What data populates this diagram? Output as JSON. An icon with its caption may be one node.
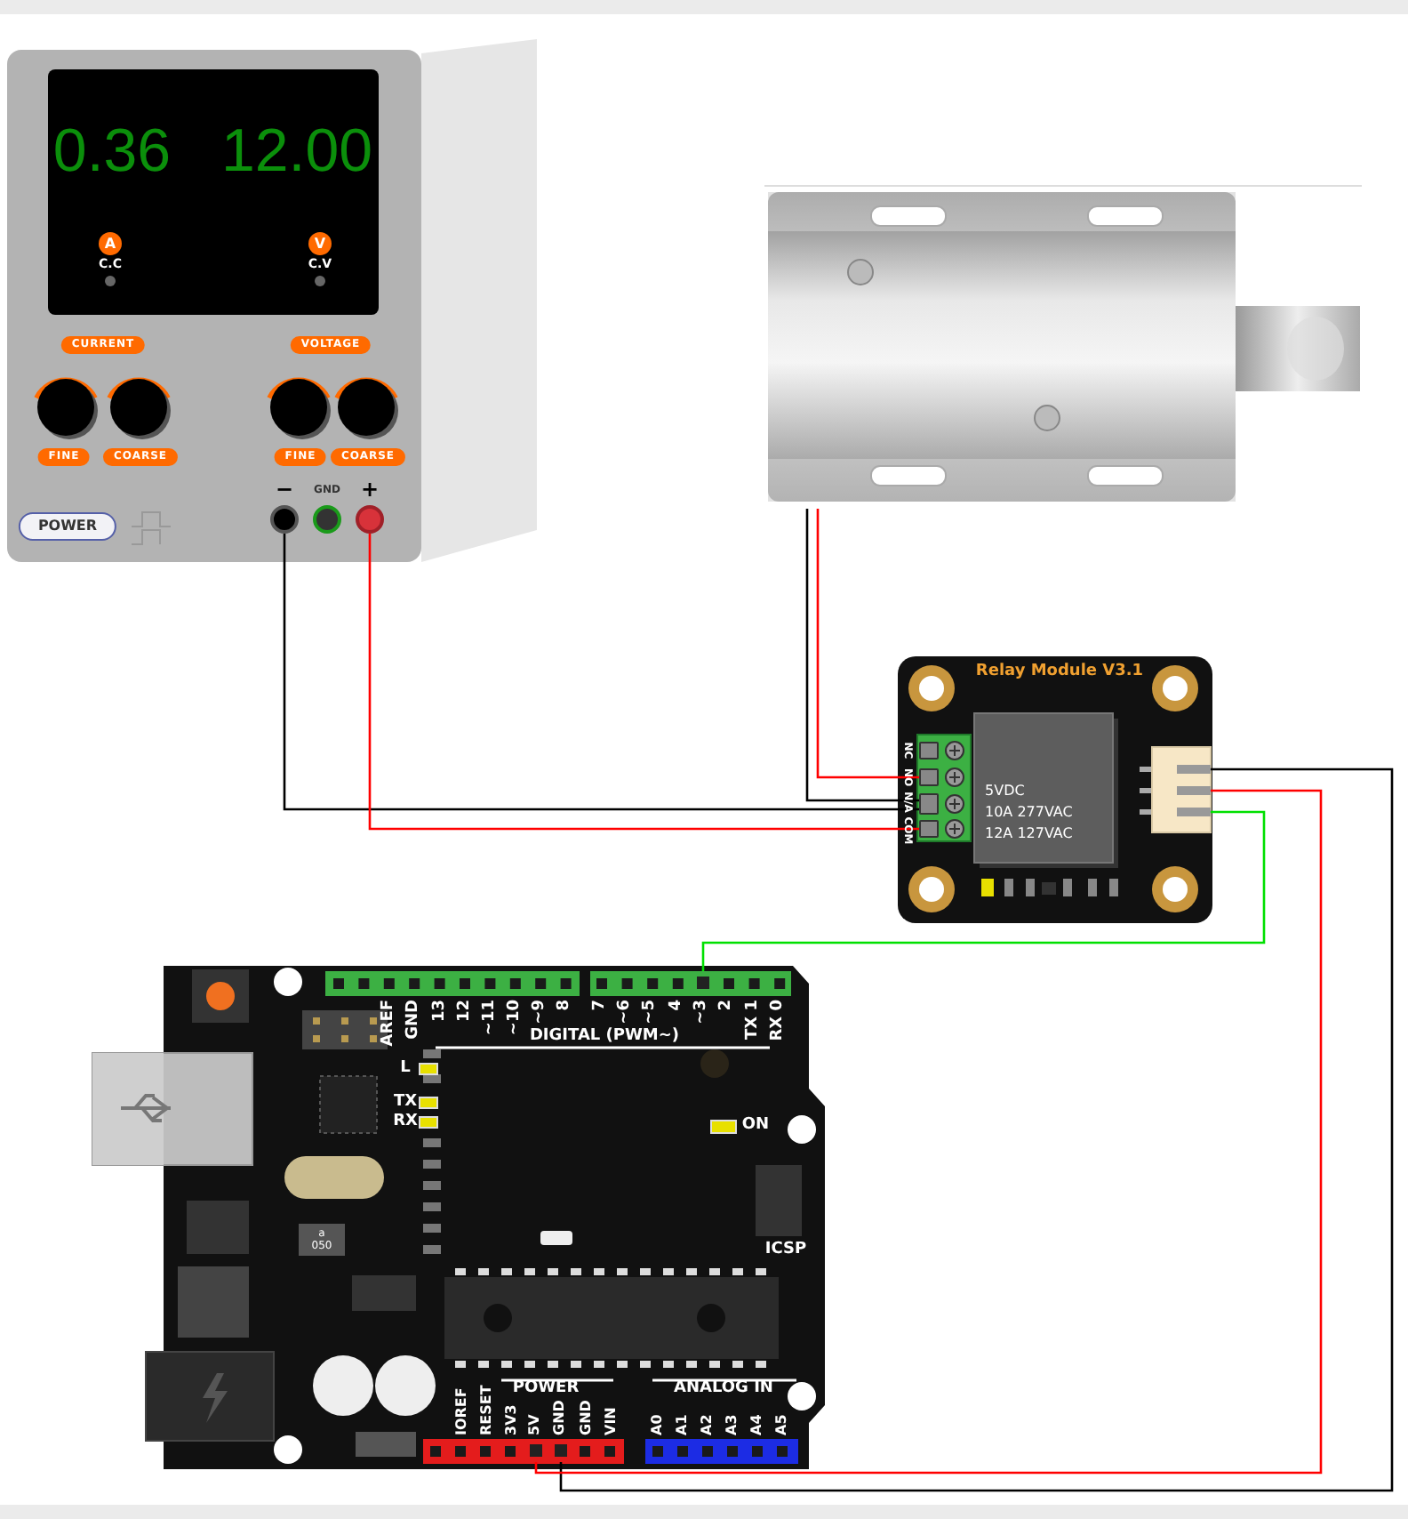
{
  "diagram": {
    "nodes": [
      {
        "text": [],
        "shape": "picture"
      },
      {
        "text": [],
        "shape": "circle",
        "in": 0
      },
      {
        "text": [],
        "shape": "circle",
        "in": 0
      },
      {
        "text": [],
        "shape": "circle",
        "in": 0
      },
      {
        "text": [],
        "shape": "picture"
      },
      {
        "text": [],
        "shape": "picture"
      },
      {
        "text": [],
        "shape": "box",
        "in": 5
      },
      {
        "text": [],
        "shape": "box",
        "in": 5
      },
      {
        "text": [],
        "shape": "box",
        "in": 5
      },
      {
        "text": [],
        "shape": "box",
        "in": 5
      },
      {
        "text": [],
        "shape": "bar",
        "in": 5
      },
      {
        "text": [],
        "shape": "bar",
        "in": 5
      },
      {
        "text": [],
        "shape": "bar",
        "in": 5
      },
      {
        "text": [],
        "shape": "picture"
      },
      {
        "text": [],
        "shape": "box",
        "in": 13
      },
      {
        "text": [],
        "shape": "box",
        "in": 13
      },
      {
        "text": [],
        "shape": "box",
        "in": 13
      }
    ],
    "edges": [
      {
        "from": 1,
        "to": 8,
        "arrow": "none",
        "color": "#000000"
      },
      {
        "from": 3,
        "to": 9,
        "arrow": "none",
        "color": "#ff0000"
      },
      {
        "from": 4,
        "to": 7,
        "arrow": "none",
        "color": "#ff0000"
      },
      {
        "from": 4,
        "to": 8,
        "arrow": "none",
        "color": "#000000"
      },
      {
        "from": 10,
        "to": 16,
        "arrow": "none",
        "color": "#000000"
      },
      {
        "from": 11,
        "to": 15,
        "arrow": "none",
        "color": "#ff0000"
      },
      {
        "from": 12,
        "to": 14,
        "arrow": "none",
        "color": "#00e000"
      }
    ],
    "labels": [
      "0.36",
      "12.00",
      "A",
      "C.C",
      "V",
      "C.V",
      "CURRENT",
      "VOLTAGE",
      "FINE",
      "COARSE",
      "FINE",
      "COARSE",
      "POWER",
      "−",
      "GND",
      "+",
      "Relay Module V3.1",
      "NC",
      "NO",
      "N/A",
      "COM",
      "5VDC",
      "10A 277VAC",
      "12A 127VAC",
      "AREF",
      "GND",
      "13",
      "12",
      "~11",
      "~10",
      "~9",
      "8",
      "7",
      "~6",
      "~5",
      "4",
      "~3",
      "2",
      "TX 1",
      "RX 0",
      "DIGITAL (PWM~)",
      "L",
      "TX",
      "RX",
      "ON",
      "a 050",
      "ICSP",
      "POWER",
      "ANALOG IN",
      "IOREF",
      "RESET",
      "3V3",
      "5V",
      "GND",
      "GND",
      "VIN",
      "A0",
      "A1",
      "A2",
      "A3",
      "A4",
      "A5"
    ]
  }
}
